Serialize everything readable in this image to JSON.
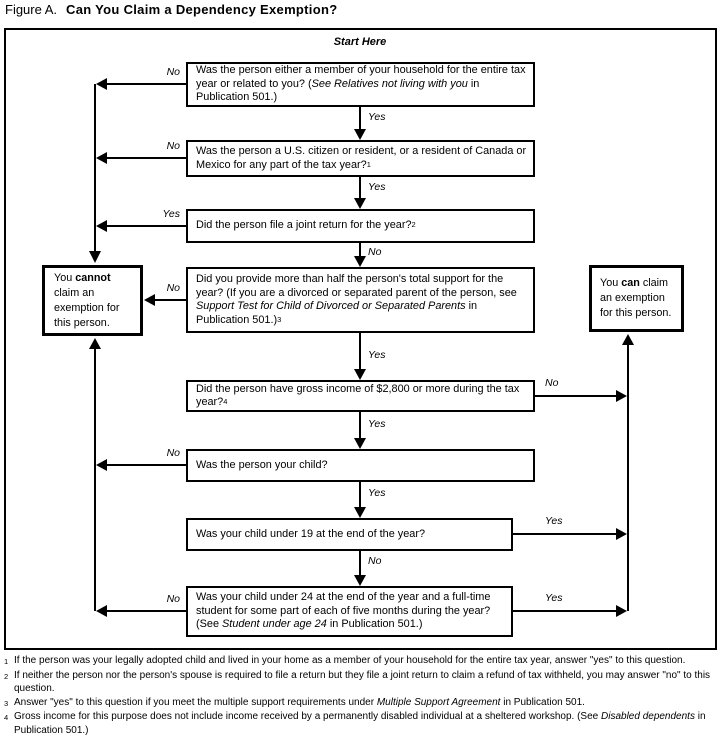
{
  "title": {
    "figure_label": "Figure A.",
    "heading": "Can You Claim a Dependency Exemption?"
  },
  "start_label": "Start Here",
  "questions": [
    {
      "pre": "Was the person either a member of your household for the entire tax year or related to you? (",
      "italic": "See Relatives not living with you",
      "post": " in Publication 501.)",
      "sup": "",
      "left_label": "No",
      "down_label": "Yes",
      "right_label": ""
    },
    {
      "pre": "Was the person a U.S. citizen or resident, or a resident of Canada or Mexico for any part of the tax year?",
      "italic": "",
      "post": "",
      "sup": "1",
      "left_label": "No",
      "down_label": "Yes",
      "right_label": ""
    },
    {
      "pre": "Did the person file a joint return for the year?",
      "italic": "",
      "post": "",
      "sup": "2",
      "left_label": "Yes",
      "down_label": "No",
      "right_label": ""
    },
    {
      "pre": "Did you provide more than half the person's total support for the year? (If you are a divorced or separated parent of the person, see ",
      "italic": "Support Test for Child of Divorced or Separated Parents",
      "post": " in Publication 501.)",
      "sup": "3",
      "left_label": "No",
      "down_label": "Yes",
      "right_label": ""
    },
    {
      "pre": "Did the person have gross income of $2,800 or more during the tax year?",
      "italic": "",
      "post": "",
      "sup": "4",
      "left_label": "",
      "down_label": "Yes",
      "right_label": "No"
    },
    {
      "pre": "Was the person your child?",
      "italic": "",
      "post": "",
      "sup": "",
      "left_label": "No",
      "down_label": "Yes",
      "right_label": ""
    },
    {
      "pre": "Was your child under 19 at the end of the year?",
      "italic": "",
      "post": "",
      "sup": "",
      "left_label": "",
      "down_label": "No",
      "right_label": "Yes"
    },
    {
      "pre": "Was your child under 24 at the end of the year and a full-time student for some part of each of five months during the year? (See ",
      "italic": "Student under age 24",
      "post": " in Publication 501.)",
      "sup": "",
      "left_label": "No",
      "down_label": "",
      "right_label": "Yes"
    }
  ],
  "results": {
    "cannot": {
      "line1_pre": "You ",
      "line1_bold": "cannot",
      "line1_post": "",
      "line2": "claim an",
      "line3": "exemption for",
      "line4": "this person."
    },
    "can": {
      "line1_pre": "You ",
      "line1_bold": "can",
      "line1_post": " claim",
      "line2": "an exemption",
      "line3": "for this person."
    }
  },
  "footnotes": [
    {
      "marker": "1",
      "pre": "If the person was your legally adopted child and lived in your home as a member of your household for the entire tax year, answer \"yes\" to this question.",
      "italic": "",
      "post": ""
    },
    {
      "marker": "2",
      "pre": "If neither the person nor the person's spouse is required to file a return but they file a joint return to claim a refund of tax withheld, you may answer \"no\" to this question.",
      "italic": "",
      "post": ""
    },
    {
      "marker": "3",
      "pre": "Answer \"yes\" to this question if you meet the multiple support requirements under ",
      "italic": "Multiple Support Agreement",
      "post": " in Publication 501."
    },
    {
      "marker": "4",
      "pre": "Gross income for this purpose does not include income received by a permanently disabled individual at a sheltered workshop. (See ",
      "italic": "Disabled dependents",
      "post": " in Publication 501.)"
    }
  ]
}
